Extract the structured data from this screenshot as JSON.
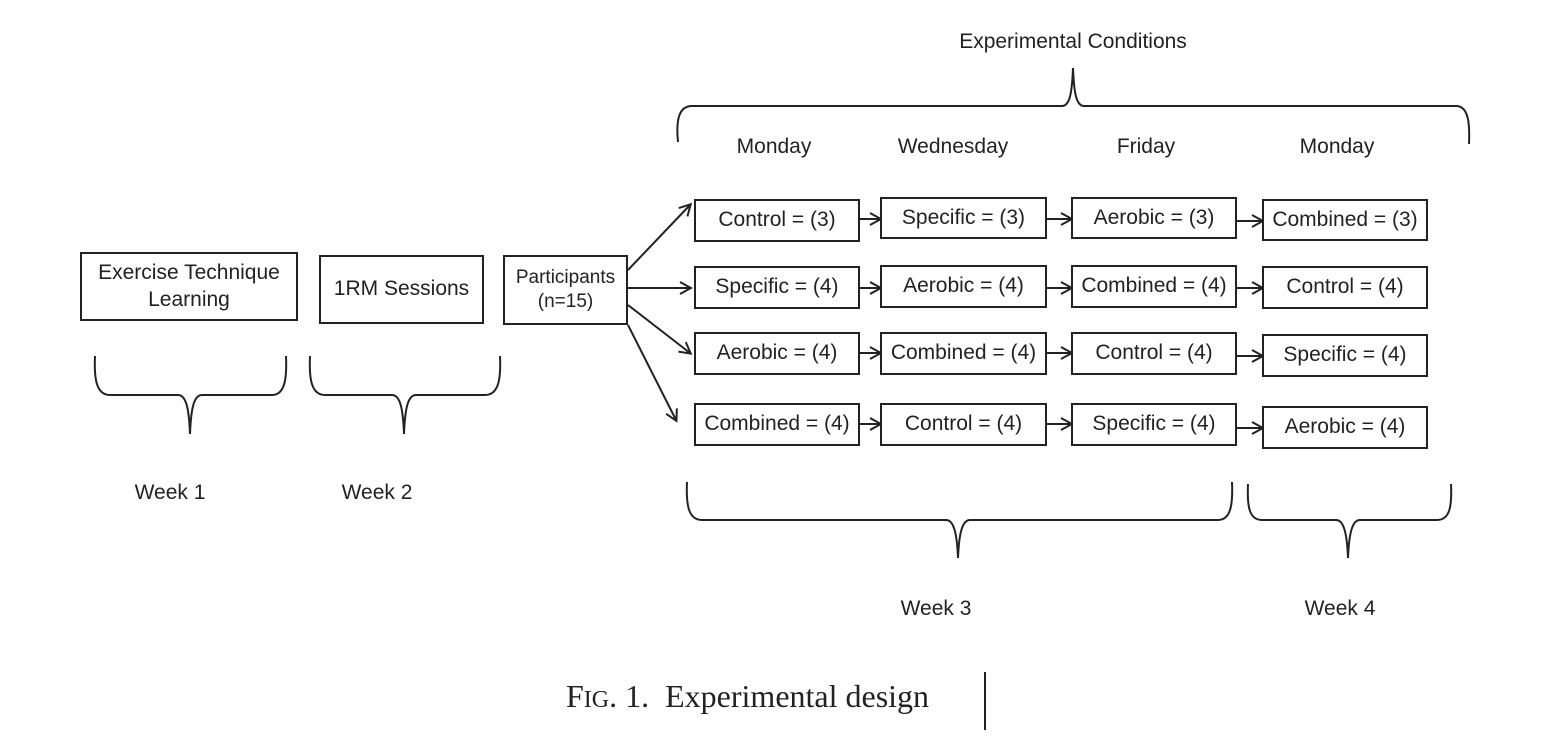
{
  "header": {
    "title": "Experimental Conditions"
  },
  "days": [
    "Monday",
    "Wednesday",
    "Friday",
    "Monday"
  ],
  "pre": {
    "technique": [
      "Exercise Technique",
      "Learning"
    ],
    "sessions": "1RM Sessions",
    "participants": [
      "Participants",
      "(n=15)"
    ]
  },
  "grid": [
    [
      "Control = (3)",
      "Specific = (3)",
      "Aerobic = (3)",
      "Combined = (3)"
    ],
    [
      "Specific = (4)",
      "Aerobic = (4)",
      "Combined = (4)",
      "Control = (4)"
    ],
    [
      "Aerobic = (4)",
      "Combined = (4)",
      "Control = (4)",
      "Specific = (4)"
    ],
    [
      "Combined = (4)",
      "Control = (4)",
      "Specific = (4)",
      "Aerobic = (4)"
    ]
  ],
  "weeks": {
    "w1": "Week 1",
    "w2": "Week 2",
    "w3": "Week 3",
    "w4": "Week 4"
  },
  "caption": {
    "prefix_first": "F",
    "prefix_rest": "IG",
    "number": ". 1.",
    "text": "Experimental design"
  }
}
